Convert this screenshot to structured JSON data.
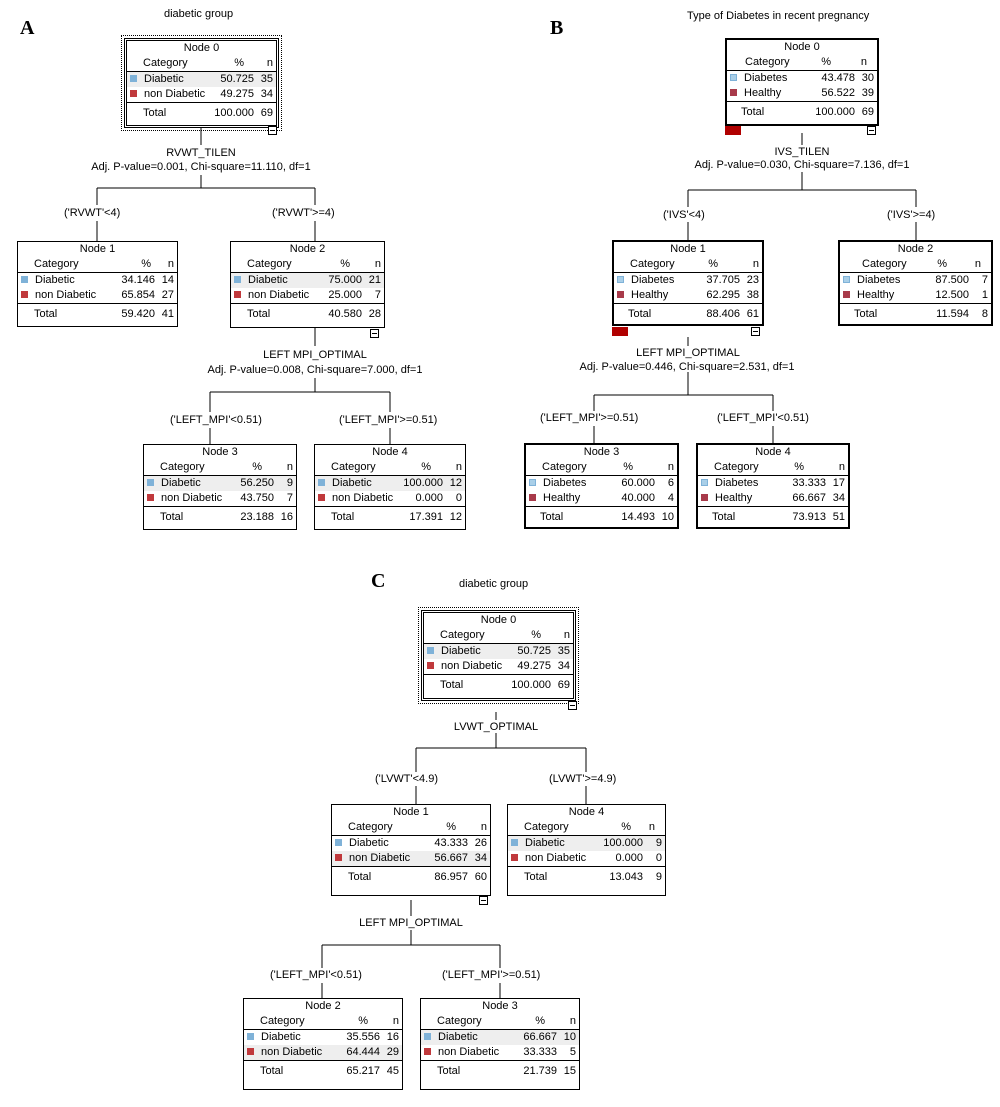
{
  "panels": {
    "A": {
      "letter": "A",
      "title": "diabetic group",
      "root": {
        "node": "Node 0",
        "category_header": "Category",
        "pct_header": "%",
        "n_header": "n",
        "rows": [
          {
            "cat": "Diabetic",
            "pct": "50.725",
            "n": "35"
          },
          {
            "cat": "non Diabetic",
            "pct": "49.275",
            "n": "34"
          }
        ],
        "total_label": "Total",
        "total_pct": "100.000",
        "total_n": "69"
      },
      "split1": {
        "variable": "RVWT_TILEN",
        "stats": "Adj. P-value=0.001, Chi-square=11.110, df=1"
      },
      "branch_left": "('RVWT'<4)",
      "branch_right": "('RVWT'>=4)",
      "node1": {
        "node": "Node 1",
        "category_header": "Category",
        "pct_header": "%",
        "n_header": "n",
        "rows": [
          {
            "cat": "Diabetic",
            "pct": "34.146",
            "n": "14"
          },
          {
            "cat": "non Diabetic",
            "pct": "65.854",
            "n": "27"
          }
        ],
        "total_label": "Total",
        "total_pct": "59.420",
        "total_n": "41"
      },
      "node2": {
        "node": "Node 2",
        "category_header": "Category",
        "pct_header": "%",
        "n_header": "n",
        "rows": [
          {
            "cat": "Diabetic",
            "pct": "75.000",
            "n": "21"
          },
          {
            "cat": "non Diabetic",
            "pct": "25.000",
            "n": "7"
          }
        ],
        "total_label": "Total",
        "total_pct": "40.580",
        "total_n": "28"
      },
      "split2": {
        "variable": "LEFT MPI_OPTIMAL",
        "stats": "Adj. P-value=0.008, Chi-square=7.000, df=1"
      },
      "branch2_left": "('LEFT_MPI'<0.51)",
      "branch2_right": "('LEFT_MPI'>=0.51)",
      "node3": {
        "node": "Node 3",
        "category_header": "Category",
        "pct_header": "%",
        "n_header": "n",
        "rows": [
          {
            "cat": "Diabetic",
            "pct": "56.250",
            "n": "9"
          },
          {
            "cat": "non Diabetic",
            "pct": "43.750",
            "n": "7"
          }
        ],
        "total_label": "Total",
        "total_pct": "23.188",
        "total_n": "16"
      },
      "node4": {
        "node": "Node 4",
        "category_header": "Category",
        "pct_header": "%",
        "n_header": "n",
        "rows": [
          {
            "cat": "Diabetic",
            "pct": "100.000",
            "n": "12"
          },
          {
            "cat": "non Diabetic",
            "pct": "0.000",
            "n": "0"
          }
        ],
        "total_label": "Total",
        "total_pct": "17.391",
        "total_n": "12"
      }
    },
    "B": {
      "letter": "B",
      "title": "Type of Diabetes in recent pregnancy",
      "root": {
        "node": "Node 0",
        "category_header": "Category",
        "pct_header": "%",
        "n_header": "n",
        "rows": [
          {
            "cat": "Diabetes",
            "pct": "43.478",
            "n": "30"
          },
          {
            "cat": "Healthy",
            "pct": "56.522",
            "n": "39"
          }
        ],
        "total_label": "Total",
        "total_pct": "100.000",
        "total_n": "69"
      },
      "split1": {
        "variable": "IVS_TILEN",
        "stats": "Adj. P-value=0.030, Chi-square=7.136, df=1"
      },
      "branch_left": "('IVS'<4)",
      "branch_right": "('IVS'>=4)",
      "node1": {
        "node": "Node 1",
        "category_header": "Category",
        "pct_header": "%",
        "n_header": "n",
        "rows": [
          {
            "cat": "Diabetes",
            "pct": "37.705",
            "n": "23"
          },
          {
            "cat": "Healthy",
            "pct": "62.295",
            "n": "38"
          }
        ],
        "total_label": "Total",
        "total_pct": "88.406",
        "total_n": "61"
      },
      "node2": {
        "node": "Node 2",
        "category_header": "Category",
        "pct_header": "%",
        "n_header": "n",
        "rows": [
          {
            "cat": "Diabetes",
            "pct": "87.500",
            "n": "7"
          },
          {
            "cat": "Healthy",
            "pct": "12.500",
            "n": "1"
          }
        ],
        "total_label": "Total",
        "total_pct": "11.594",
        "total_n": "8"
      },
      "split2": {
        "variable": "LEFT MPI_OPTIMAL",
        "stats": "Adj. P-value=0.446, Chi-square=2.531, df=1"
      },
      "branch2_left": "('LEFT_MPI'>=0.51)",
      "branch2_right": "('LEFT_MPI'<0.51)",
      "node3": {
        "node": "Node 3",
        "category_header": "Category",
        "pct_header": "%",
        "n_header": "n",
        "rows": [
          {
            "cat": "Diabetes",
            "pct": "60.000",
            "n": "6"
          },
          {
            "cat": "Healthy",
            "pct": "40.000",
            "n": "4"
          }
        ],
        "total_label": "Total",
        "total_pct": "14.493",
        "total_n": "10"
      },
      "node4": {
        "node": "Node 4",
        "category_header": "Category",
        "pct_header": "%",
        "n_header": "n",
        "rows": [
          {
            "cat": "Diabetes",
            "pct": "33.333",
            "n": "17"
          },
          {
            "cat": "Healthy",
            "pct": "66.667",
            "n": "34"
          }
        ],
        "total_label": "Total",
        "total_pct": "73.913",
        "total_n": "51"
      }
    },
    "C": {
      "letter": "C",
      "title": "diabetic group",
      "root": {
        "node": "Node 0",
        "category_header": "Category",
        "pct_header": "%",
        "n_header": "n",
        "rows": [
          {
            "cat": "Diabetic",
            "pct": "50.725",
            "n": "35"
          },
          {
            "cat": "non Diabetic",
            "pct": "49.275",
            "n": "34"
          }
        ],
        "total_label": "Total",
        "total_pct": "100.000",
        "total_n": "69"
      },
      "split1": {
        "variable": "LVWT_OPTIMAL",
        "stats": ""
      },
      "branch_left": "('LVWT'<4.9)",
      "branch_right": "(LVWT'>=4.9)",
      "node1": {
        "node": "Node 1",
        "category_header": "Category",
        "pct_header": "%",
        "n_header": "n",
        "rows": [
          {
            "cat": "Diabetic",
            "pct": "43.333",
            "n": "26"
          },
          {
            "cat": "non Diabetic",
            "pct": "56.667",
            "n": "34"
          }
        ],
        "total_label": "Total",
        "total_pct": "86.957",
        "total_n": "60"
      },
      "node4": {
        "node": "Node 4",
        "category_header": "Category",
        "pct_header": "%",
        "n_header": "n",
        "rows": [
          {
            "cat": "Diabetic",
            "pct": "100.000",
            "n": "9"
          },
          {
            "cat": "non Diabetic",
            "pct": "0.000",
            "n": "0"
          }
        ],
        "total_label": "Total",
        "total_pct": "13.043",
        "total_n": "9"
      },
      "split2": {
        "variable": "LEFT MPI_OPTIMAL",
        "stats": ""
      },
      "branch2_left": "('LEFT_MPI'<0.51)",
      "branch2_right": "('LEFT_MPI'>=0.51)",
      "node2": {
        "node": "Node 2",
        "category_header": "Category",
        "pct_header": "%",
        "n_header": "n",
        "rows": [
          {
            "cat": "Diabetic",
            "pct": "35.556",
            "n": "16"
          },
          {
            "cat": "non Diabetic",
            "pct": "64.444",
            "n": "29"
          }
        ],
        "total_label": "Total",
        "total_pct": "65.217",
        "total_n": "45"
      },
      "node3": {
        "node": "Node 3",
        "category_header": "Category",
        "pct_header": "%",
        "n_header": "n",
        "rows": [
          {
            "cat": "Diabetic",
            "pct": "66.667",
            "n": "10"
          },
          {
            "cat": "non Diabetic",
            "pct": "33.333",
            "n": "5"
          }
        ],
        "total_label": "Total",
        "total_pct": "21.739",
        "total_n": "15"
      }
    }
  },
  "colors": {
    "swatch_a": "#7fb2d8",
    "swatch_b": "#c0393c",
    "swatch_b_light": "#a9cfe8",
    "swatch_b_dark": "#a83a4a"
  }
}
